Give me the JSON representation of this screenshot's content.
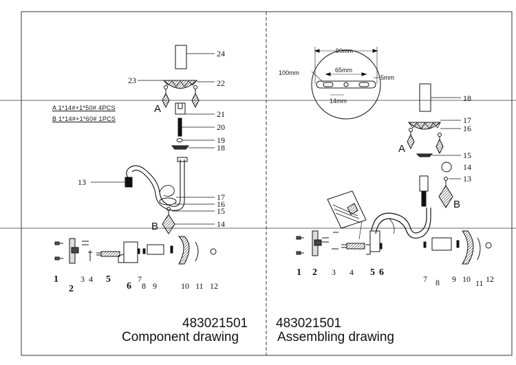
{
  "left": {
    "spec_a": "A  1*14#+1*50#  4PCS",
    "spec_b": "B  1*14#+1*60#  1PCS",
    "label_a": "A",
    "label_b": "B",
    "callouts": [
      "24",
      "23",
      "22",
      "21",
      "20",
      "19",
      "18",
      "13",
      "17",
      "16",
      "15",
      "14"
    ],
    "parts": [
      "1",
      "2",
      "3",
      "4",
      "5",
      "6",
      "7",
      "8",
      "9",
      "10",
      "11",
      "12"
    ],
    "code": "483021501",
    "title": "Component drawing"
  },
  "right": {
    "dims": {
      "d90": "90mm",
      "d100": "100mm",
      "d65": "65mm",
      "d5": "5mm",
      "d14": "14mm"
    },
    "label_a": "A",
    "label_b": "B",
    "callouts": [
      "18",
      "17",
      "16",
      "15",
      "14",
      "13"
    ],
    "parts": [
      "1",
      "2",
      "3",
      "4",
      "5",
      "6",
      "7",
      "8",
      "9",
      "10",
      "11",
      "12"
    ],
    "code": "483021501",
    "title": "Assembling drawing"
  }
}
